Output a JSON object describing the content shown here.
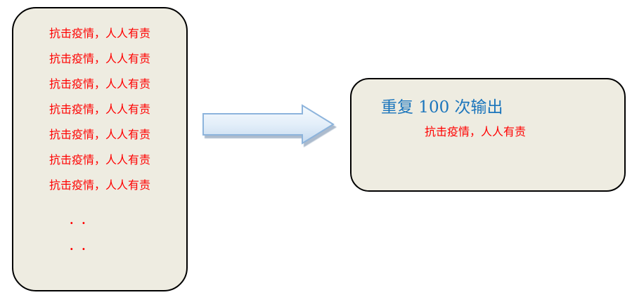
{
  "left_panel": {
    "lines": [
      "抗击疫情，人人有责",
      "抗击疫情，人人有责",
      "抗击疫情，人人有责",
      "抗击疫情，人人有责",
      "抗击疫情，人人有责",
      "抗击疫情，人人有责",
      "抗击疫情，人人有责"
    ],
    "ellipsis_rows": [
      "· ·",
      "· ·"
    ],
    "text_color": "#FF0000",
    "fill": "#EEECE1",
    "border_color": "#000000"
  },
  "arrow": {
    "direction": "right",
    "fill_top": "#F5FAFD",
    "fill_mid": "#E3EEF9",
    "fill_bottom": "#C5DAEF",
    "stroke": "#8DB4DC"
  },
  "right_panel": {
    "title": "重复 100 次输出",
    "title_color": "#1B75BC",
    "output_line": "抗击疫情，人人有责",
    "output_color": "#FF0000",
    "fill": "#EEECE1",
    "border_color": "#000000"
  }
}
